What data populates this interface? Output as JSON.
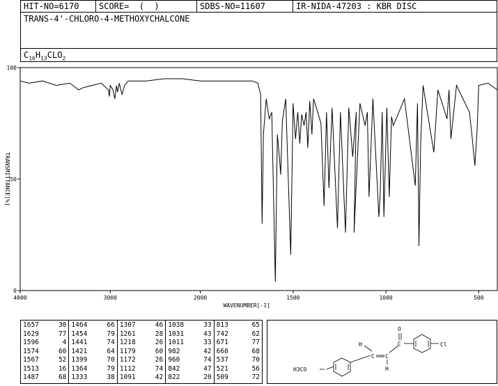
{
  "header": {
    "hit_no": "HIT-NO=6170",
    "score": "SCORE=  (  )",
    "sdbs_no": "SDBS-NO=11607",
    "ir_code": "IR-NIDA-47203 : KBR DISC"
  },
  "compound_name": "TRANS-4'-CHLORO-4-METHOXYCHALCONE",
  "formula": {
    "c": "C",
    "c_n": "16",
    "h": "H",
    "h_n": "13",
    "rest": "CLO",
    "o_n": "2"
  },
  "chart_data": {
    "type": "line",
    "title": "",
    "xlabel": "WAVENUMBER[-1]",
    "ylabel": "TRANSMITTANCE[%]",
    "xlim": [
      4000,
      400
    ],
    "ylim": [
      0,
      100
    ],
    "x_ticks": [
      4000,
      3000,
      2000,
      1500,
      1000,
      500
    ],
    "y_ticks": [
      0,
      50,
      100
    ],
    "series": [
      {
        "x": [
          4000,
          3900,
          3750,
          3600,
          3450,
          3350,
          3300,
          3200,
          3100,
          3020,
          3010,
          3000,
          2970,
          2950,
          2930,
          2920,
          2900,
          2870,
          2840,
          2800,
          2600,
          2400,
          2200,
          2000,
          1850,
          1720,
          1690,
          1675,
          1667,
          1660,
          1645,
          1629,
          1615,
          1605,
          1596,
          1585,
          1574,
          1567,
          1558,
          1540,
          1513,
          1500,
          1487,
          1475,
          1464,
          1454,
          1441,
          1430,
          1421,
          1410,
          1399,
          1390,
          1364,
          1350,
          1333,
          1320,
          1307,
          1290,
          1261,
          1245,
          1218,
          1200,
          1179,
          1160,
          1172,
          1140,
          1112,
          1100,
          1091,
          1070,
          1038,
          1031,
          1020,
          1011,
          995,
          982,
          970,
          960,
          900,
          842,
          830,
          822,
          813,
          800,
          742,
          720,
          671,
          660,
          650,
          620,
          550,
          537,
          521,
          509,
          500,
          450,
          400
        ],
        "y": [
          94,
          93,
          94,
          92,
          93,
          90,
          91,
          92,
          93,
          90,
          87,
          92,
          90,
          86,
          92,
          89,
          93,
          88,
          92,
          94,
          94,
          95,
          95,
          94,
          94,
          94,
          93,
          88,
          30,
          70,
          86,
          77,
          80,
          40,
          4,
          70,
          60,
          52,
          76,
          86,
          16,
          84,
          68,
          80,
          66,
          79,
          74,
          80,
          64,
          85,
          70,
          86,
          79,
          75,
          38,
          80,
          46,
          82,
          28,
          80,
          26,
          82,
          60,
          80,
          26,
          84,
          74,
          80,
          42,
          86,
          33,
          43,
          80,
          33,
          82,
          42,
          78,
          74,
          86,
          47,
          84,
          20,
          65,
          92,
          62,
          90,
          77,
          90,
          68,
          92,
          80,
          70,
          56,
          72,
          92,
          93,
          90
        ]
      }
    ]
  },
  "peak_table": [
    [
      [
        "1657",
        "30"
      ],
      [
        "1629",
        "77"
      ],
      [
        "1596",
        "4"
      ],
      [
        "1574",
        "60"
      ],
      [
        "1567",
        "52"
      ],
      [
        "1513",
        "16"
      ],
      [
        "1487",
        "68"
      ]
    ],
    [
      [
        "1464",
        "66"
      ],
      [
        "1454",
        "79"
      ],
      [
        "1441",
        "74"
      ],
      [
        "1421",
        "64"
      ],
      [
        "1399",
        "70"
      ],
      [
        "1364",
        "79"
      ],
      [
        "1333",
        "38"
      ]
    ],
    [
      [
        "1307",
        "46"
      ],
      [
        "1261",
        "28"
      ],
      [
        "1218",
        "26"
      ],
      [
        "1179",
        "60"
      ],
      [
        "1172",
        "26"
      ],
      [
        "1112",
        "74"
      ],
      [
        "1091",
        "42"
      ]
    ],
    [
      [
        "1038",
        "33"
      ],
      [
        "1031",
        "43"
      ],
      [
        "1011",
        "33"
      ],
      [
        "982",
        "42"
      ],
      [
        "960",
        "74"
      ],
      [
        "842",
        "47"
      ],
      [
        "822",
        "20"
      ]
    ],
    [
      [
        "813",
        "65"
      ],
      [
        "742",
        "62"
      ],
      [
        "671",
        "77"
      ],
      [
        "660",
        "68"
      ],
      [
        "537",
        "70"
      ],
      [
        "521",
        "56"
      ],
      [
        "509",
        "72"
      ]
    ]
  ],
  "structure": {
    "left_group": "H3CO",
    "right_group": "Cl",
    "carbonyl_o": "O",
    "h_top": "H",
    "h_bottom": "H",
    "c1": "C",
    "c2": "C",
    "c3": "C"
  }
}
